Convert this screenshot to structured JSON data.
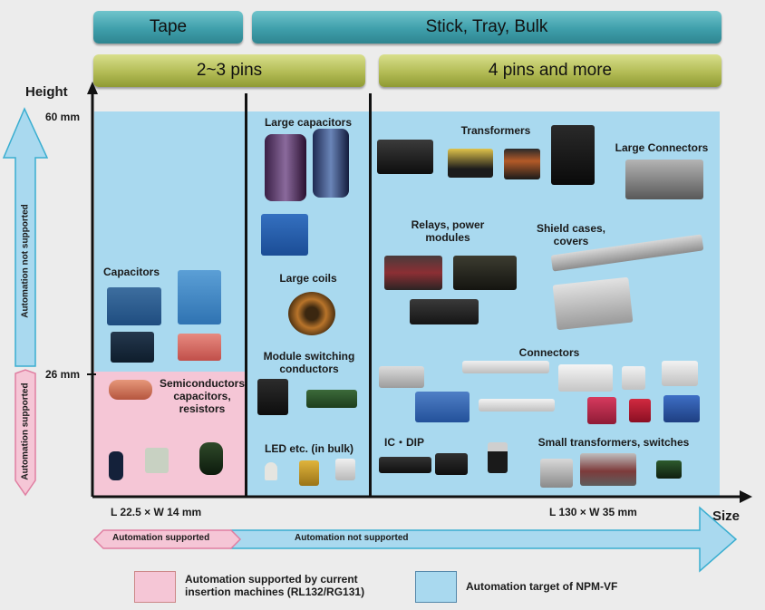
{
  "headers": {
    "tape": "Tape",
    "stick_tray_bulk": "Stick, Tray, Bulk",
    "pins_2_3": "2~3 pins",
    "pins_4_more": "4 pins and more"
  },
  "axes": {
    "y_label": "Height",
    "y_60": "60 mm",
    "y_26": "26 mm",
    "x_label": "Size",
    "x_small": "L 22.5 × W 14 mm",
    "x_large": "L 130 × W 35 mm"
  },
  "side_arrows": {
    "not_supported": "Automation not supported",
    "supported": "Automation supported"
  },
  "bottom_arrows": {
    "supported": "Automation supported",
    "not_supported": "Automation not supported"
  },
  "components": {
    "capacitors": "Capacitors",
    "semiconductors": "Semiconductors capacitors, resistors",
    "large_capacitors": "Large capacitors",
    "large_coils": "Large coils",
    "module_switching": "Module switching conductors",
    "led": "LED etc. (in bulk)",
    "transformers": "Transformers",
    "large_connectors": "Large Connectors",
    "relays": "Relays, power modules",
    "shield_cases": "Shield cases, covers",
    "connectors": "Connectors",
    "ic_dip": "IC・DIP",
    "small_transformers": "Small transformers, switches"
  },
  "legend": {
    "pink_text": "Automation supported by current insertion machines (RL132/RG131)",
    "blue_text": "Automation target of NPM-VF"
  },
  "colors": {
    "target_blue": "#a9d9ef",
    "supported_pink": "#f5c6d6",
    "header_teal": "#3f9fab",
    "header_olive": "#b3bc55"
  }
}
